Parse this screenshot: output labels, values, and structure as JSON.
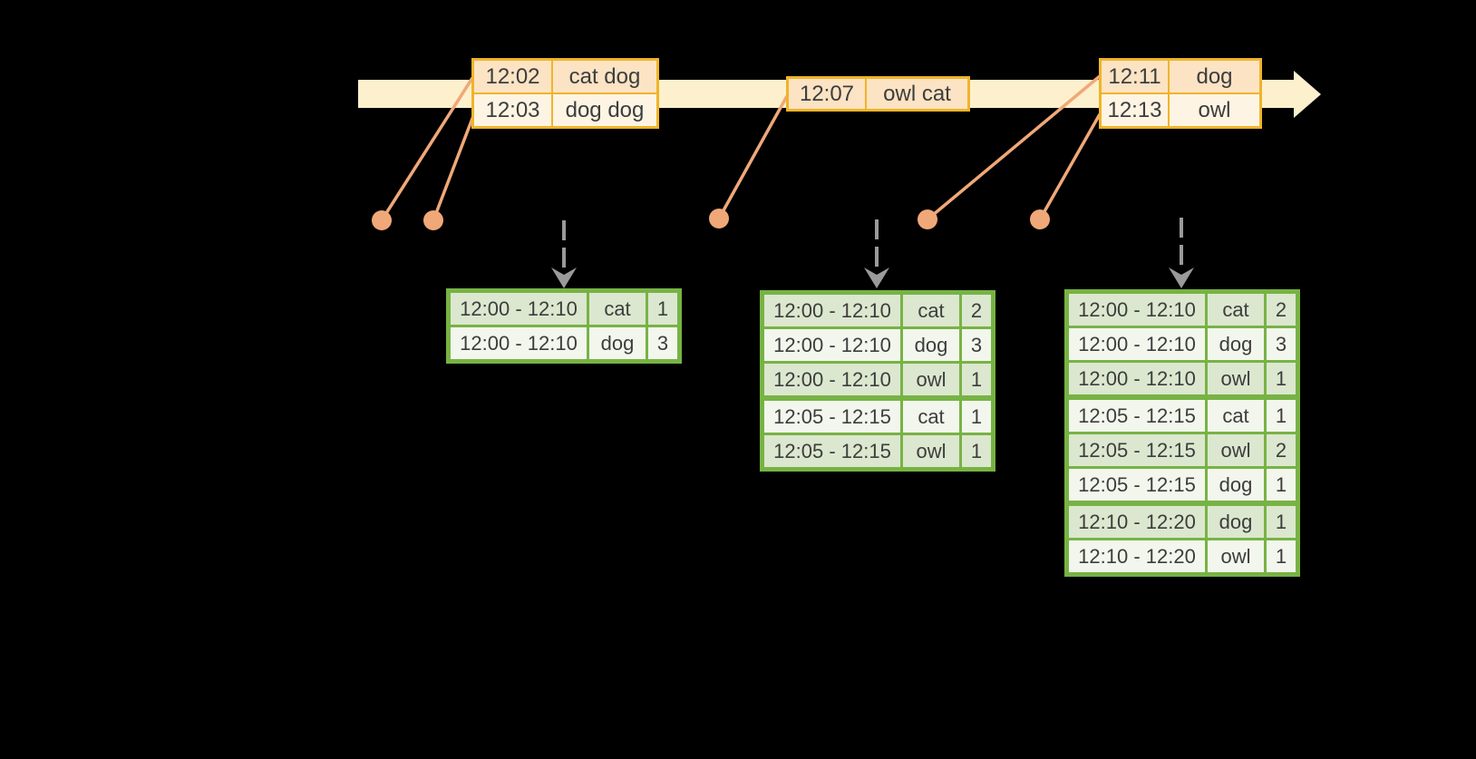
{
  "palette": {
    "background": "#000000",
    "timeline_fill": "#fdf0cd",
    "event_table_border": "#f0b429",
    "event_row_peach": "#fbe3c4",
    "event_row_cream": "#fdf4e3",
    "connector_orange": "#f0a878",
    "trigger_gray": "#9a9a9a",
    "result_table_border": "#77b344",
    "result_row_green": "#dce7cf",
    "result_row_white": "#f2f6ed",
    "text_dark": "#3d3d3d"
  },
  "icons": {
    "timeline_arrowhead": "css-triangle-right",
    "event_dot": "svg-filled-circle",
    "trigger_arrowhead": "svg-chevron-down"
  },
  "timeline": {
    "event_tables": [
      {
        "rows": [
          {
            "time": "12:02",
            "words": "cat dog"
          },
          {
            "time": "12:03",
            "words": "dog dog"
          }
        ]
      },
      {
        "rows": [
          {
            "time": "12:07",
            "words": "owl cat"
          }
        ]
      },
      {
        "rows": [
          {
            "time": "12:11",
            "words": "dog"
          },
          {
            "time": "12:13",
            "words": "owl"
          }
        ]
      }
    ]
  },
  "result_tables": [
    {
      "rows": [
        {
          "window": "12:00 - 12:10",
          "word": "cat",
          "count": "1"
        },
        {
          "window": "12:00 - 12:10",
          "word": "dog",
          "count": "3"
        }
      ]
    },
    {
      "rows": [
        {
          "window": "12:00 - 12:10",
          "word": "cat",
          "count": "2"
        },
        {
          "window": "12:00 - 12:10",
          "word": "dog",
          "count": "3"
        },
        {
          "window": "12:00 - 12:10",
          "word": "owl",
          "count": "1"
        },
        {
          "window": "12:05 - 12:15",
          "word": "cat",
          "count": "1"
        },
        {
          "window": "12:05 - 12:15",
          "word": "owl",
          "count": "1"
        }
      ]
    },
    {
      "rows": [
        {
          "window": "12:00 - 12:10",
          "word": "cat",
          "count": "2"
        },
        {
          "window": "12:00 - 12:10",
          "word": "dog",
          "count": "3"
        },
        {
          "window": "12:00 - 12:10",
          "word": "owl",
          "count": "1"
        },
        {
          "window": "12:05 - 12:15",
          "word": "cat",
          "count": "1"
        },
        {
          "window": "12:05 - 12:15",
          "word": "owl",
          "count": "2"
        },
        {
          "window": "12:05 - 12:15",
          "word": "dog",
          "count": "1"
        },
        {
          "window": "12:10 - 12:20",
          "word": "dog",
          "count": "1"
        },
        {
          "window": "12:10 - 12:20",
          "word": "owl",
          "count": "1"
        }
      ]
    }
  ]
}
